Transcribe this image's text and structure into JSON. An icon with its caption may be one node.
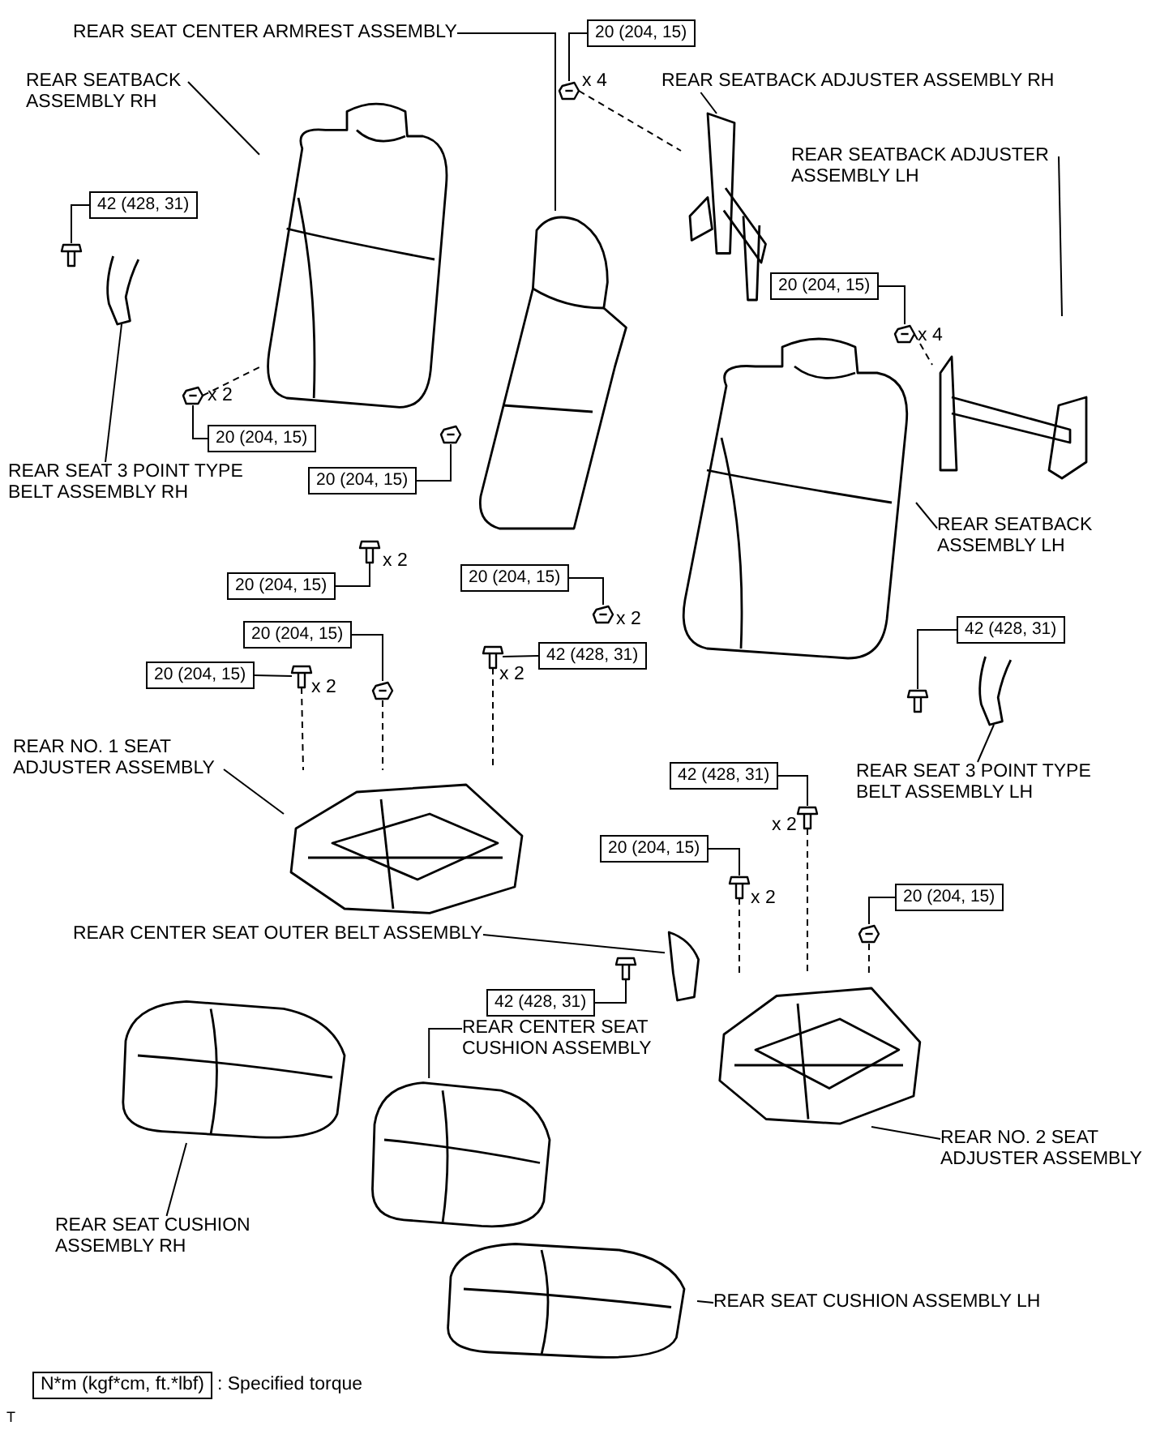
{
  "diagram": {
    "nodes": [
      {
        "text": [
          "REAR SEAT CENTER ARMREST ASSEMBLY"
        ]
      },
      {
        "text": [
          "REAR SEATBACK ASSEMBLY RH"
        ]
      },
      {
        "text": [
          "REAR SEATBACK ADJUSTER ASSEMBLY RH"
        ]
      },
      {
        "text": [
          "REAR SEATBACK ADJUSTER ASSEMBLY LH"
        ]
      },
      {
        "text": [
          "REAR SEAT 3 POINT TYPE BELT ASSEMBLY RH"
        ]
      },
      {
        "text": [
          "REAR SEATBACK ASSEMBLY LH"
        ]
      },
      {
        "text": [
          "REAR NO. 1 SEAT ADJUSTER ASSEMBLY"
        ]
      },
      {
        "text": [
          "REAR SEAT 3 POINT TYPE BELT ASSEMBLY LH"
        ]
      },
      {
        "text": [
          "REAR CENTER SEAT OUTER BELT ASSEMBLY"
        ]
      },
      {
        "text": [
          "REAR CENTER SEAT CUSHION ASSEMBLY"
        ]
      },
      {
        "text": [
          "REAR NO. 2 SEAT ADJUSTER ASSEMBLY"
        ]
      },
      {
        "text": [
          "REAR SEAT CUSHION ASSEMBLY RH"
        ]
      },
      {
        "text": [
          "REAR SEAT CUSHION ASSEMBLY LH"
        ]
      },
      {
        "text": [],
        "shape": "picture"
      },
      {
        "text": [],
        "shape": "picture"
      },
      {
        "text": [],
        "shape": "picture"
      },
      {
        "text": [],
        "shape": "picture"
      },
      {
        "text": [],
        "shape": "picture"
      },
      {
        "text": [],
        "shape": "picture"
      },
      {
        "text": [],
        "shape": "picture"
      },
      {
        "text": [],
        "shape": "picture"
      },
      {
        "text": [],
        "shape": "picture"
      },
      {
        "text": [],
        "shape": "picture"
      },
      {
        "text": [],
        "shape": "picture"
      },
      {
        "text": [],
        "shape": "picture"
      },
      {
        "text": [],
        "shape": "picture"
      },
      {
        "text": [
          "20 (204, 15)"
        ]
      },
      {
        "text": [
          "42 (428, 31)"
        ]
      },
      {
        "text": [
          "20 (204, 15)"
        ]
      },
      {
        "text": [
          "20 (204, 15)"
        ]
      },
      {
        "text": [
          "20 (204, 15)"
        ]
      },
      {
        "text": [
          "20 (204, 15)"
        ]
      },
      {
        "text": [
          "20 (204, 15)"
        ]
      },
      {
        "text": [
          "20 (204, 15)"
        ]
      },
      {
        "text": [
          "20 (204, 15)"
        ]
      },
      {
        "text": [
          "42 (428, 31)"
        ]
      },
      {
        "text": [
          "42 (428, 31)"
        ]
      },
      {
        "text": [
          "42 (428, 31)"
        ]
      },
      {
        "text": [
          "20 (204, 15)"
        ]
      },
      {
        "text": [
          "20 (204, 15)"
        ]
      },
      {
        "text": [
          "42 (428, 31)"
        ]
      },
      {
        "text": [],
        "shape": "picture"
      },
      {
        "text": [],
        "shape": "picture"
      },
      {
        "text": [],
        "shape": "picture"
      },
      {
        "text": [],
        "shape": "picture"
      },
      {
        "text": [],
        "shape": "picture"
      },
      {
        "text": [],
        "shape": "picture"
      },
      {
        "text": [],
        "shape": "picture"
      },
      {
        "text": [],
        "shape": "picture"
      },
      {
        "text": [],
        "shape": "picture"
      },
      {
        "text": [],
        "shape": "picture"
      },
      {
        "text": [],
        "shape": "picture"
      },
      {
        "text": [],
        "shape": "picture"
      },
      {
        "text": [],
        "shape": "picture"
      },
      {
        "text": [],
        "shape": "picture"
      },
      {
        "text": [],
        "shape": "picture"
      },
      {
        "text": [
          "N*m (kgf*cm, ft.*lbf)"
        ],
        "beside": [
          ": Specified torque"
        ]
      }
    ],
    "edges": [
      {
        "from": 0,
        "to": 14,
        "arrow": "none"
      },
      {
        "from": 1,
        "to": 13,
        "arrow": "none"
      },
      {
        "from": 2,
        "to": 15,
        "arrow": "none"
      },
      {
        "from": 3,
        "to": 16,
        "arrow": "none"
      },
      {
        "from": 4,
        "to": 17,
        "arrow": "none"
      },
      {
        "from": 5,
        "to": 18,
        "arrow": "none"
      },
      {
        "from": 6,
        "to": 19,
        "arrow": "none"
      },
      {
        "from": 7,
        "to": 20,
        "arrow": "none"
      },
      {
        "from": 8,
        "to": 21,
        "arrow": "none"
      },
      {
        "from": 9,
        "to": 22,
        "arrow": "none"
      },
      {
        "from": 10,
        "to": 23,
        "arrow": "none"
      },
      {
        "from": 11,
        "to": 24,
        "arrow": "none"
      },
      {
        "from": 12,
        "to": 25,
        "arrow": "none"
      },
      {
        "from": 26,
        "to": 41,
        "arrow": "none"
      },
      {
        "from": 27,
        "to": 42,
        "arrow": "none"
      },
      {
        "from": 28,
        "to": 43,
        "arrow": "none"
      },
      {
        "from": 29,
        "to": 44,
        "arrow": "none"
      },
      {
        "from": 30,
        "to": 45,
        "arrow": "none"
      },
      {
        "from": 31,
        "to": 46,
        "arrow": "none"
      },
      {
        "from": 32,
        "to": 47,
        "arrow": "none"
      },
      {
        "from": 33,
        "to": 48,
        "arrow": "none"
      },
      {
        "from": 34,
        "to": 49,
        "arrow": "none"
      },
      {
        "from": 35,
        "to": 50,
        "arrow": "none"
      },
      {
        "from": 36,
        "to": 51,
        "arrow": "none"
      },
      {
        "from": 37,
        "to": 52,
        "arrow": "none"
      },
      {
        "from": 38,
        "to": 53,
        "arrow": "none"
      },
      {
        "from": 39,
        "to": 54,
        "arrow": "none"
      },
      {
        "from": 40,
        "to": 55,
        "arrow": "none"
      },
      {
        "from": 44,
        "to": 13,
        "arrow": "none",
        "style": "dashed"
      },
      {
        "from": 43,
        "to": 16,
        "arrow": "none",
        "style": "dashed"
      },
      {
        "from": 41,
        "to": 15,
        "arrow": "none",
        "style": "dashed"
      },
      {
        "from": 49,
        "to": 19,
        "arrow": "none",
        "style": "dashed"
      },
      {
        "from": 48,
        "to": 19,
        "arrow": "none",
        "style": "dashed"
      },
      {
        "from": 50,
        "to": 19,
        "arrow": "none",
        "style": "dashed"
      },
      {
        "from": 52,
        "to": 23,
        "arrow": "none",
        "style": "dashed"
      },
      {
        "from": 53,
        "to": 23,
        "arrow": "none",
        "style": "dashed"
      },
      {
        "from": 54,
        "to": 23,
        "arrow": "none",
        "style": "dashed"
      }
    ],
    "labels": [
      "x 4",
      "x 4",
      "x 2",
      "x 2",
      "x 2",
      "x 2",
      "x 2",
      "x 2",
      "x 2",
      "T"
    ]
  }
}
